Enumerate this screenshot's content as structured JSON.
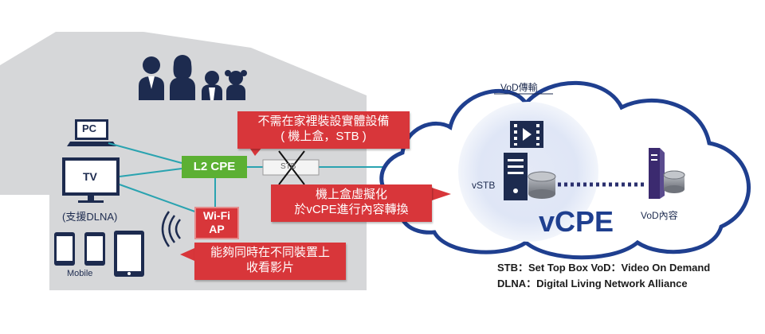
{
  "house": {
    "pc_label": "PC",
    "tv_label": "TV",
    "dlna_note": "(支援DLNA)",
    "mobile_label": "Mobile",
    "l2cpe_label": "L2 CPE",
    "wifi_label_line1": "Wi-Fi",
    "wifi_label_line2": "AP",
    "stb_label": "STB"
  },
  "callouts": {
    "no_device_line1": "不需在家裡裝設實體設備",
    "no_device_line2": "( 機上盒，STB )",
    "virtualize_line1": "機上盒虛擬化",
    "virtualize_line2": "於vCPE進行內容轉換",
    "multi_device_line1": "能夠同時在不同裝置上",
    "multi_device_line2": "收看影片"
  },
  "cloud": {
    "vod_transfer_label": "VoD傳輸",
    "vstb_label": "vSTB",
    "vcpe_label": "vCPE",
    "vod_content_label": "VoD內容"
  },
  "legend": {
    "line1": "STB：Set Top Box  VoD：Video On Demand",
    "line2": "DLNA：Digital Living Network Alliance"
  },
  "colors": {
    "house_fill": "#d6d7d9",
    "navy": "#1d2b4f",
    "callout_red": "#d8363a",
    "l2cpe_green": "#5cb033",
    "link_teal": "#2aa3b0",
    "cloud_stroke": "#1f3f8f",
    "cloud_glow": "#dfe6f6",
    "vcpe_text": "#1f3f8f"
  }
}
